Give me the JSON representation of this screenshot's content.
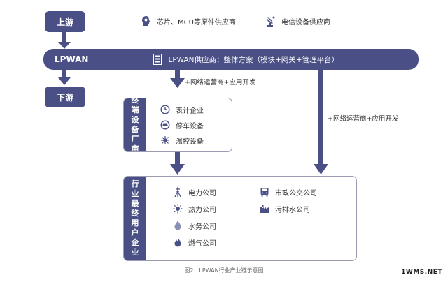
{
  "nodes": {
    "upstream": "上游",
    "lpwan": "LPWAN",
    "downstream": "下游"
  },
  "suppliers": {
    "chip": "芯片、MCU等原件供应商",
    "telecom": "电信设备供应商"
  },
  "lpwan_supplier": "LPWAN供应商：整体方案（模块+网关+管理平台）",
  "edge_labels": {
    "to_terminal": "+网络运营商+应用开发",
    "to_enduser": "+网络运营商+应用开发"
  },
  "terminal_vendor": {
    "title": "终端设备厂商",
    "items": [
      "表计企业",
      "停车设备",
      "温控设备"
    ]
  },
  "end_user": {
    "title": "行业最终用户企业",
    "left_items": [
      "电力公司",
      "热力公司",
      "水务公司",
      "燃气公司"
    ],
    "right_items": [
      "市政公交公司",
      "污排水公司"
    ]
  },
  "caption": "图2：LPWAN行业产业链示意图",
  "watermark": "1WMS.NET",
  "colors": {
    "primary": "#4a4f85",
    "border": "#9a9bb0"
  }
}
